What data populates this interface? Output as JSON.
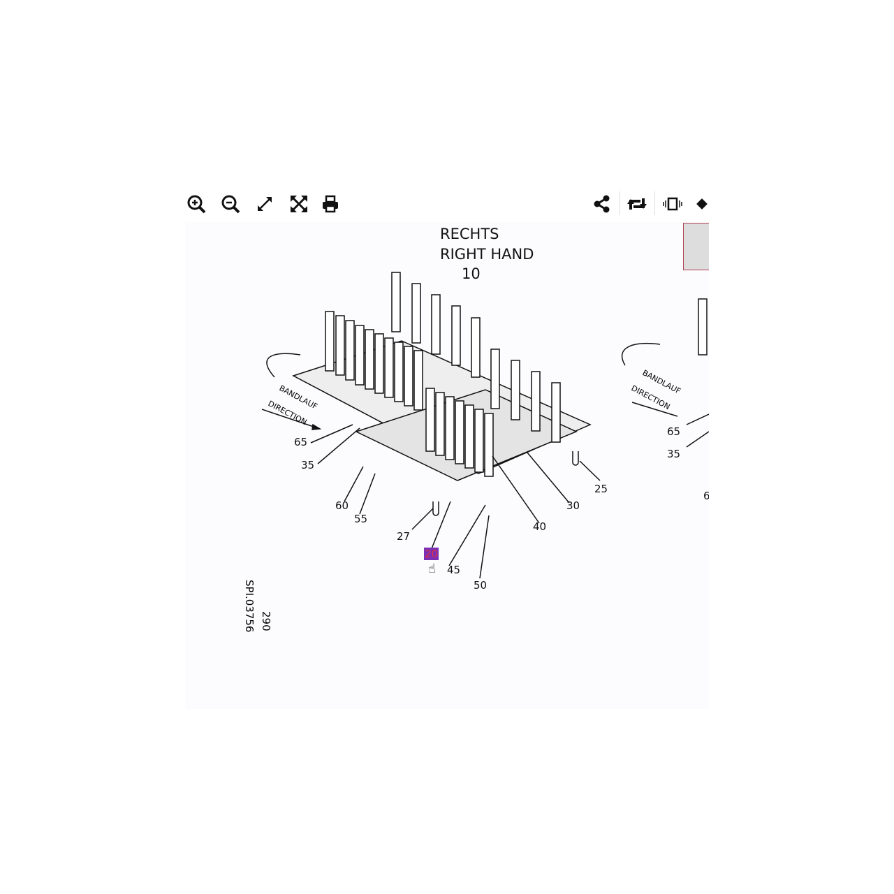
{
  "toolbar": {
    "left": [
      "zoom-in",
      "zoom-out",
      "expand",
      "fit-screen",
      "print"
    ],
    "right": [
      "share",
      "rotate",
      "slideshow",
      "more"
    ]
  },
  "drawing": {
    "title_de": "RECHTS",
    "title_en": "RIGHT HAND",
    "title_num": "10",
    "direction_de": "BANDLAUF",
    "direction_en": "DIRECTION",
    "callouts": [
      "65",
      "35",
      "60",
      "55",
      "27",
      "20",
      "45",
      "50",
      "40",
      "30",
      "25"
    ],
    "highlighted_callout": "20",
    "side_number": "290",
    "drawing_id": "SPI.03756",
    "second_view_callouts": [
      "65",
      "35",
      "6"
    ]
  }
}
